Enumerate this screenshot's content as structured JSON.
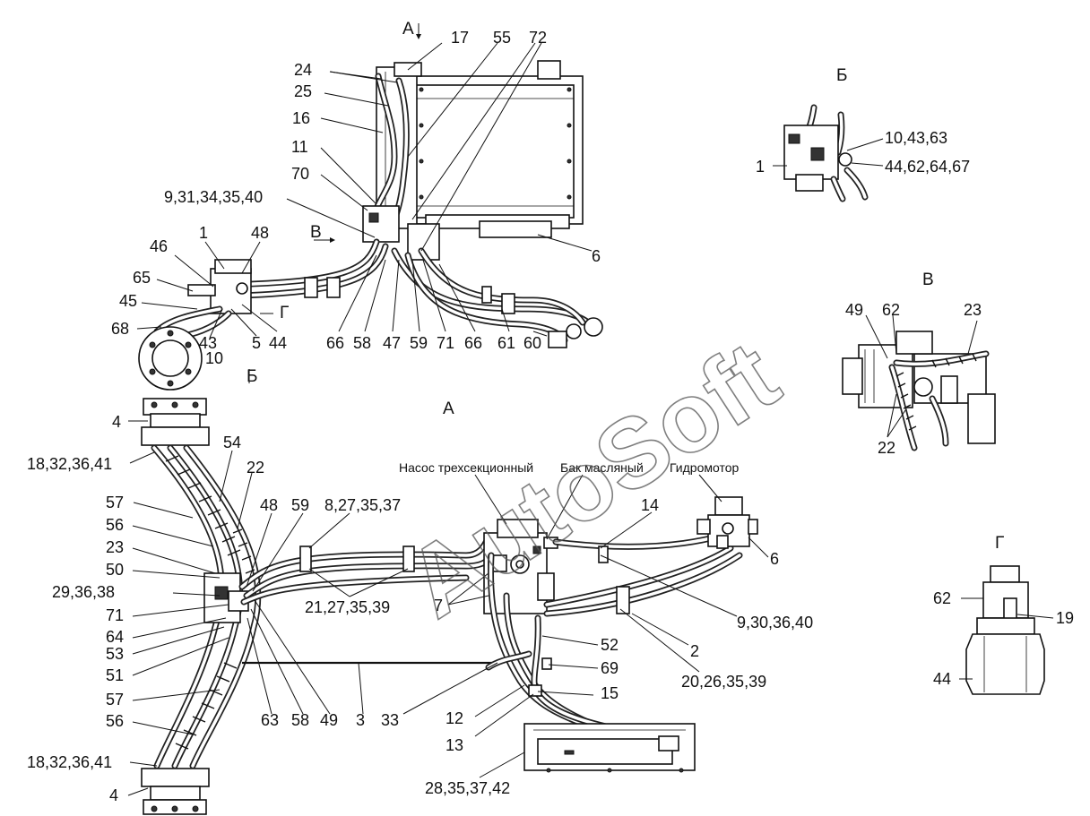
{
  "watermark": "AutoSoft",
  "corner_mark": "",
  "views": [
    {
      "id": "A",
      "text": "А"
    },
    {
      "id": "B",
      "text": "Б"
    },
    {
      "id": "V",
      "text": "В"
    },
    {
      "id": "G",
      "text": "Г"
    }
  ],
  "components": {
    "pump": "Насос трехсекционный",
    "tank": "Бак масляный",
    "motor": "Гидромотор"
  },
  "callouts_top": [
    {
      "key": "a_arrow",
      "text": "А"
    },
    {
      "key": "c17",
      "text": "17"
    },
    {
      "key": "c55",
      "text": "55"
    },
    {
      "key": "c72",
      "text": "72"
    },
    {
      "key": "c24",
      "text": "24"
    },
    {
      "key": "c25",
      "text": "25"
    },
    {
      "key": "c16",
      "text": "16"
    },
    {
      "key": "c11",
      "text": "11"
    },
    {
      "key": "c70",
      "text": "70"
    },
    {
      "key": "c9_31",
      "text": "9,31,34,35,40"
    },
    {
      "key": "v_arrow",
      "text": "В"
    },
    {
      "key": "c1",
      "text": "1"
    },
    {
      "key": "c48",
      "text": "48"
    },
    {
      "key": "c46",
      "text": "46"
    },
    {
      "key": "c65",
      "text": "65"
    },
    {
      "key": "c45",
      "text": "45"
    },
    {
      "key": "g_arrow",
      "text": "Г"
    },
    {
      "key": "c68",
      "text": "68"
    },
    {
      "key": "c43",
      "text": "43"
    },
    {
      "key": "c5",
      "text": "5"
    },
    {
      "key": "c44",
      "text": "44"
    },
    {
      "key": "c10",
      "text": "10"
    },
    {
      "key": "b_arrow",
      "text": "Б"
    },
    {
      "key": "c66a",
      "text": "66"
    },
    {
      "key": "c58",
      "text": "58"
    },
    {
      "key": "c47",
      "text": "47"
    },
    {
      "key": "c59",
      "text": "59"
    },
    {
      "key": "c71",
      "text": "71"
    },
    {
      "key": "c66b",
      "text": "66"
    },
    {
      "key": "c61",
      "text": "61"
    },
    {
      "key": "c60",
      "text": "60"
    },
    {
      "key": "c6",
      "text": "6"
    }
  ],
  "callouts_b": [
    {
      "key": "b1",
      "text": "1"
    },
    {
      "key": "b10",
      "text": "10,43,63"
    },
    {
      "key": "b44",
      "text": "44,62,64,67"
    }
  ],
  "callouts_v": [
    {
      "key": "v49",
      "text": "49"
    },
    {
      "key": "v62",
      "text": "62"
    },
    {
      "key": "v23",
      "text": "23"
    },
    {
      "key": "v22",
      "text": "22"
    }
  ],
  "callouts_g": [
    {
      "key": "g62",
      "text": "62"
    },
    {
      "key": "g19",
      "text": "19"
    },
    {
      "key": "g44",
      "text": "44"
    }
  ],
  "callouts_main": [
    {
      "key": "m4a",
      "text": "4"
    },
    {
      "key": "m18a",
      "text": "18,32,36,41"
    },
    {
      "key": "m54",
      "text": "54"
    },
    {
      "key": "m22",
      "text": "22"
    },
    {
      "key": "m57a",
      "text": "57"
    },
    {
      "key": "m56a",
      "text": "56"
    },
    {
      "key": "m23",
      "text": "23"
    },
    {
      "key": "m50",
      "text": "50"
    },
    {
      "key": "m29",
      "text": "29,36,38"
    },
    {
      "key": "m71",
      "text": "71"
    },
    {
      "key": "m64",
      "text": "64"
    },
    {
      "key": "m53",
      "text": "53"
    },
    {
      "key": "m51",
      "text": "51"
    },
    {
      "key": "m57b",
      "text": "57"
    },
    {
      "key": "m56b",
      "text": "56"
    },
    {
      "key": "m18b",
      "text": "18,32,36,41"
    },
    {
      "key": "m4b",
      "text": "4"
    },
    {
      "key": "m48",
      "text": "48"
    },
    {
      "key": "m59",
      "text": "59"
    },
    {
      "key": "m8",
      "text": "8,27,35,37"
    },
    {
      "key": "m21",
      "text": "21,27,35,39"
    },
    {
      "key": "m14",
      "text": "14"
    },
    {
      "key": "m6",
      "text": "6"
    },
    {
      "key": "m7",
      "text": "7"
    },
    {
      "key": "m9",
      "text": "9,30,36,40"
    },
    {
      "key": "m2",
      "text": "2"
    },
    {
      "key": "m20",
      "text": "20,26,35,39"
    },
    {
      "key": "m52",
      "text": "52"
    },
    {
      "key": "m69",
      "text": "69"
    },
    {
      "key": "m15",
      "text": "15"
    },
    {
      "key": "m63",
      "text": "63"
    },
    {
      "key": "m58",
      "text": "58"
    },
    {
      "key": "m49",
      "text": "49"
    },
    {
      "key": "m3",
      "text": "3"
    },
    {
      "key": "m33",
      "text": "33"
    },
    {
      "key": "m12",
      "text": "12"
    },
    {
      "key": "m13",
      "text": "13"
    },
    {
      "key": "m28",
      "text": "28,35,37,42"
    }
  ]
}
